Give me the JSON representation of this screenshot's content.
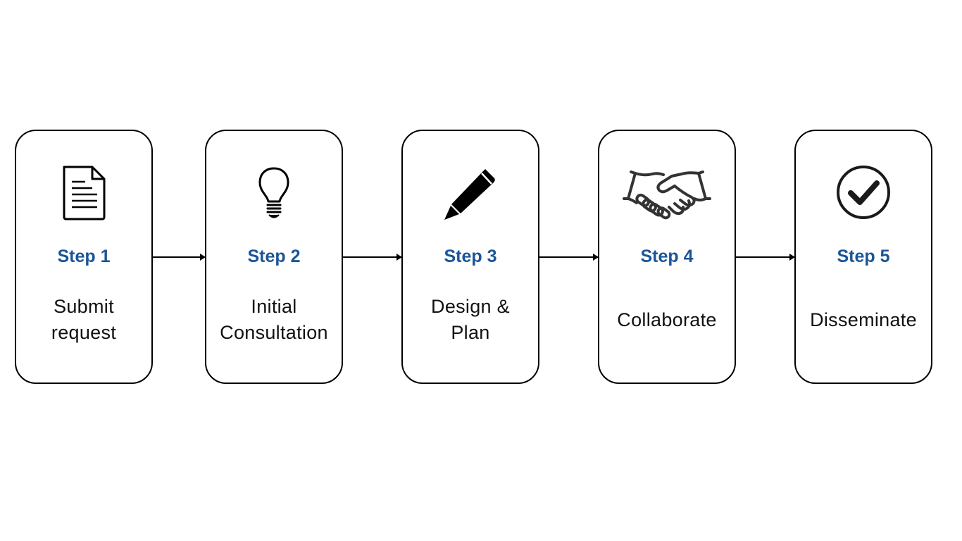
{
  "steps": [
    {
      "title": "Step 1",
      "description": "Submit\nrequest",
      "icon": "document-icon"
    },
    {
      "title": "Step 2",
      "description": "Initial\nConsultation",
      "icon": "lightbulb-icon"
    },
    {
      "title": "Step 3",
      "description": "Design &\nPlan",
      "icon": "pencil-icon"
    },
    {
      "title": "Step 4",
      "description": "Collaborate",
      "icon": "handshake-icon"
    },
    {
      "title": "Step 5",
      "description": "Disseminate",
      "icon": "checkmark-circle-icon"
    }
  ],
  "colors": {
    "title": "#1b5597",
    "border": "#000000",
    "text": "#111111"
  }
}
